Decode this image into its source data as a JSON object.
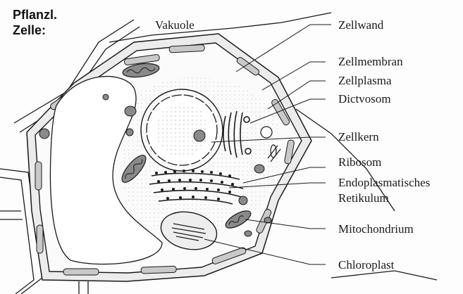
{
  "title": {
    "line1": "Pflanzl.",
    "line2": "Zelle:"
  },
  "labels": {
    "vakuole": "Vakuole",
    "zellwand": "Zellwand",
    "zellmembran": "Zellmembran",
    "zellplasma": "Zellplasma",
    "dictyosom": "Dictvosom",
    "zellkern": "Zellkern",
    "ribosom": "Ribosom",
    "er_line1": "Endoplasmatisches",
    "er_line2": "Retikulum",
    "mitochondrium": "Mitochondrium",
    "chloroplast": "Chloroplast"
  },
  "colors": {
    "ink": "#1a1a1a",
    "wall_fill": "#c9c9c9",
    "organelle_fill": "#8a8a8a",
    "cytoplasm": "#fbfbfb"
  }
}
